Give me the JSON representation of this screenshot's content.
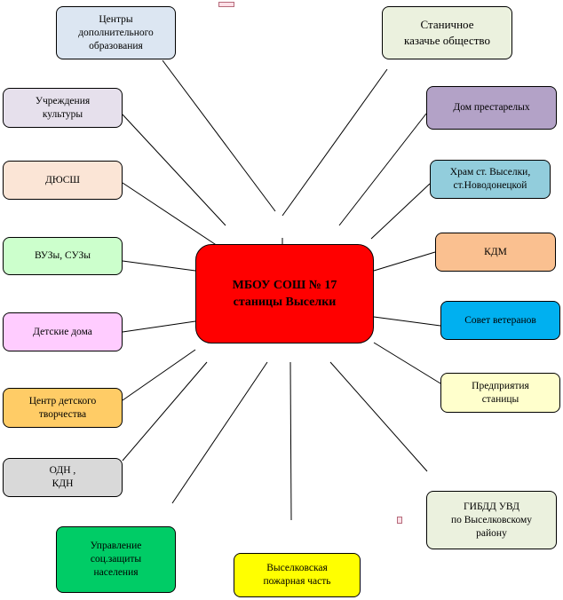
{
  "center": {
    "label": "МБОУ СОШ № 17\nстаницы Выселки",
    "color": "#ff0000"
  },
  "nodes": [
    {
      "id": "centers-additional-education",
      "label": "Центры\nдополнительного\nобразования",
      "color": "#dce6f2"
    },
    {
      "id": "stanichnoe-kazache-obshchestvo",
      "label": "Станичное\nказачье общество",
      "color": "#ebf1de"
    },
    {
      "id": "uchrezhdeniya-kultury",
      "label": "Учреждения\nкультуры",
      "color": "#e6e0ec"
    },
    {
      "id": "dom-prestarelykh",
      "label": "Дом престарелых",
      "color": "#b3a2c7"
    },
    {
      "id": "dyussh",
      "label": "ДЮСШ",
      "color": "#fbe5d6"
    },
    {
      "id": "khram",
      "label": "Храм ст. Выселки,\nст.Новодонецкой",
      "color": "#92cddc"
    },
    {
      "id": "vuzy-suzy",
      "label": "ВУЗы, СУЗы",
      "color": "#ccffcc"
    },
    {
      "id": "kdm",
      "label": "КДМ",
      "color": "#fac090"
    },
    {
      "id": "detskie-doma",
      "label": "Детские дома",
      "color": "#ffccff"
    },
    {
      "id": "sovet-veteranov",
      "label": "Совет ветеранов",
      "color": "#00b0f0"
    },
    {
      "id": "tsentr-detskogo-tvorchestva",
      "label": "Центр детского\nтворчества",
      "color": "#ffcc66"
    },
    {
      "id": "predpriyatiya-stanitsy",
      "label": "Предприятия\nстаницы",
      "color": "#ffffcc"
    },
    {
      "id": "odn-kdn",
      "label": "ОДН ,\nКДН",
      "color": "#d9d9d9"
    },
    {
      "id": "gibdd-uvd",
      "label": "ГИБДД УВД\nпо Выселковскому\nрайону",
      "color": "#ebf1de"
    },
    {
      "id": "upravlenie-sotszashchity",
      "label": "Управление\nсоц.защиты\nнаселения",
      "color": "#00cc66"
    },
    {
      "id": "vyselkovskaya-pozharnaya-chast",
      "label": "Выселковская\nпожарная часть",
      "color": "#ffff00"
    }
  ]
}
